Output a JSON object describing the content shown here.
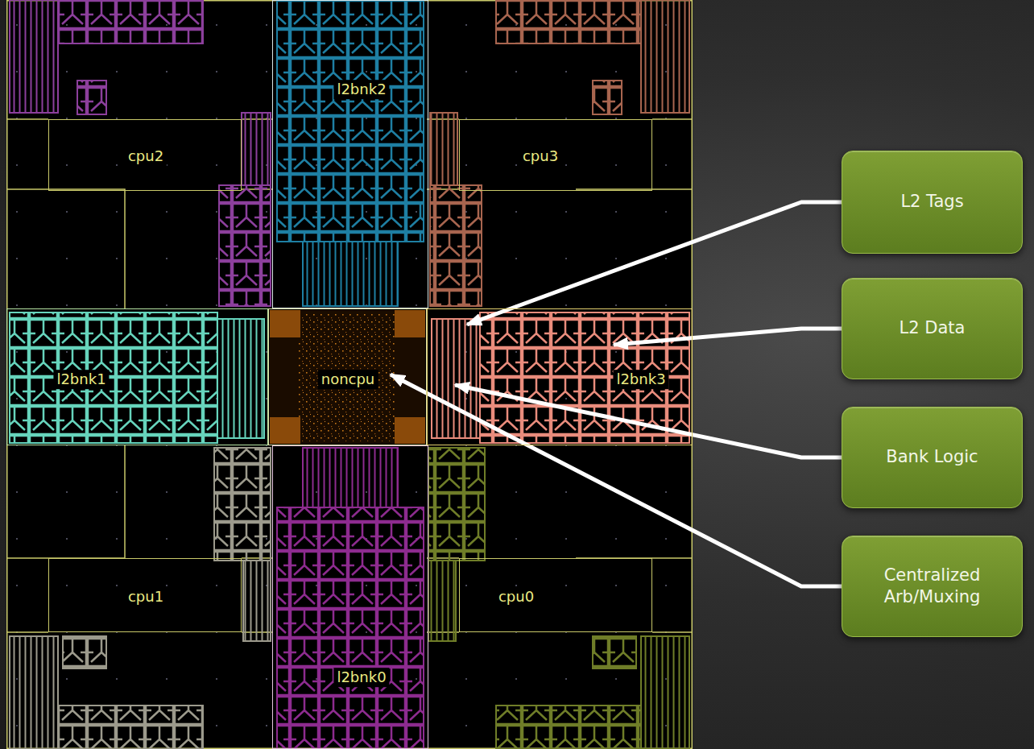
{
  "diagram": {
    "nodes": [
      {
        "text": [
          "l2bnk2"
        ]
      },
      {
        "text": [
          "cpu2"
        ]
      },
      {
        "text": [
          "cpu3"
        ]
      },
      {
        "text": [
          "L2 Tags"
        ]
      },
      {
        "text": [
          "L2 Data"
        ]
      },
      {
        "text": [
          "l2bnk1"
        ]
      },
      {
        "text": [
          "noncpu"
        ]
      },
      {
        "text": [
          "l2bnk3"
        ]
      },
      {
        "text": [
          "Bank Logic"
        ]
      },
      {
        "text": [
          "Centralized Arb/Muxing"
        ]
      },
      {
        "text": [
          "cpu1"
        ]
      },
      {
        "text": [
          "cpu0"
        ]
      },
      {
        "text": [
          "l2bnk0"
        ]
      }
    ],
    "edges": [
      {
        "from": 3,
        "to": 7,
        "arrow": "to"
      },
      {
        "from": 4,
        "to": 7,
        "arrow": "to"
      },
      {
        "from": 8,
        "to": 7,
        "arrow": "to"
      },
      {
        "from": 9,
        "to": 6,
        "arrow": "to"
      }
    ]
  }
}
